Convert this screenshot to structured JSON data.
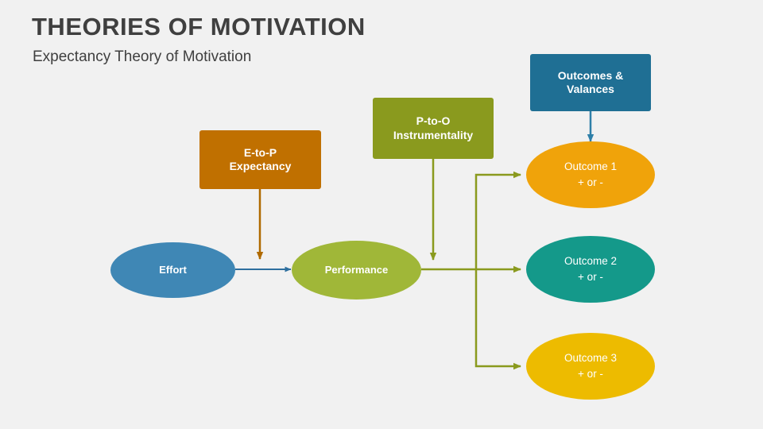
{
  "slide": {
    "title": "THEORIES OF MOTIVATION",
    "subtitle": "Expectancy Theory of Motivation",
    "background_color": "#f1f1f1",
    "title_color": "#3f3f3f"
  },
  "nodes": {
    "effort": {
      "label": "Effort",
      "shape": "ellipse",
      "color": "#3f87b5"
    },
    "performance": {
      "label": "Performance",
      "shape": "ellipse",
      "color": "#a0b738"
    },
    "e_to_p": {
      "line1": "E-to-P",
      "line2": "Expectancy",
      "shape": "rectangle",
      "color": "#c07000"
    },
    "p_to_o": {
      "line1": "P-to-O",
      "line2": "Instrumentality",
      "shape": "rectangle",
      "color": "#8a9a1e"
    },
    "outcomes_valances": {
      "line1": "Outcomes &",
      "line2": "Valances",
      "shape": "rectangle",
      "color": "#1f6f94"
    },
    "outcome1": {
      "line1": "Outcome 1",
      "line2": "+ or  -",
      "shape": "ellipse",
      "color": "#f0a30a"
    },
    "outcome2": {
      "line1": "Outcome 2",
      "line2": "+ or  -",
      "shape": "ellipse",
      "color": "#14998a"
    },
    "outcome3": {
      "line1": "Outcome 3",
      "line2": "+ or  -",
      "shape": "ellipse",
      "color": "#edbb00"
    }
  },
  "connectors": {
    "effort_to_performance_color": "#2e6f9e",
    "e_to_p_arrow_color": "#b06a00",
    "p_to_o_arrow_color": "#8a9a1e",
    "outcomes_arrow_color": "#2e7fa8",
    "performance_to_outcomes_color": "#8a9a1e"
  }
}
